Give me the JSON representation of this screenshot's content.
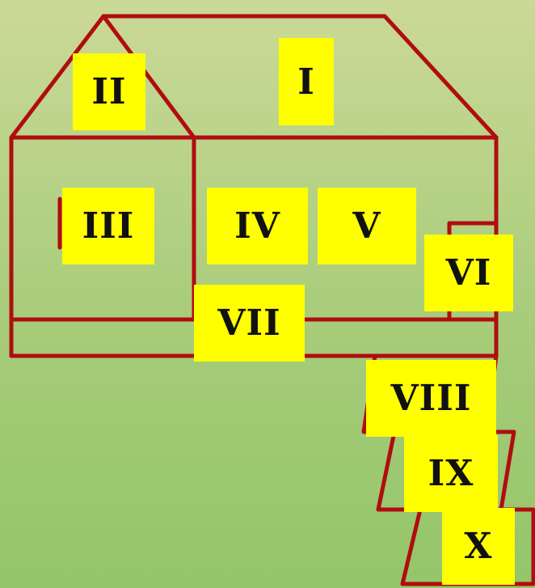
{
  "diagram": {
    "labels": {
      "I": "I",
      "II": "II",
      "III": "III",
      "IV": "IV",
      "V": "V",
      "VI": "VI",
      "VII": "VII",
      "VIII": "VIII",
      "IX": "IX",
      "X": "X"
    },
    "colors": {
      "outline": "#b00d10",
      "label_background": "#ffff00",
      "label_text": "#111111",
      "background_top": "#cbd996",
      "background_bottom": "#94c56a"
    }
  }
}
